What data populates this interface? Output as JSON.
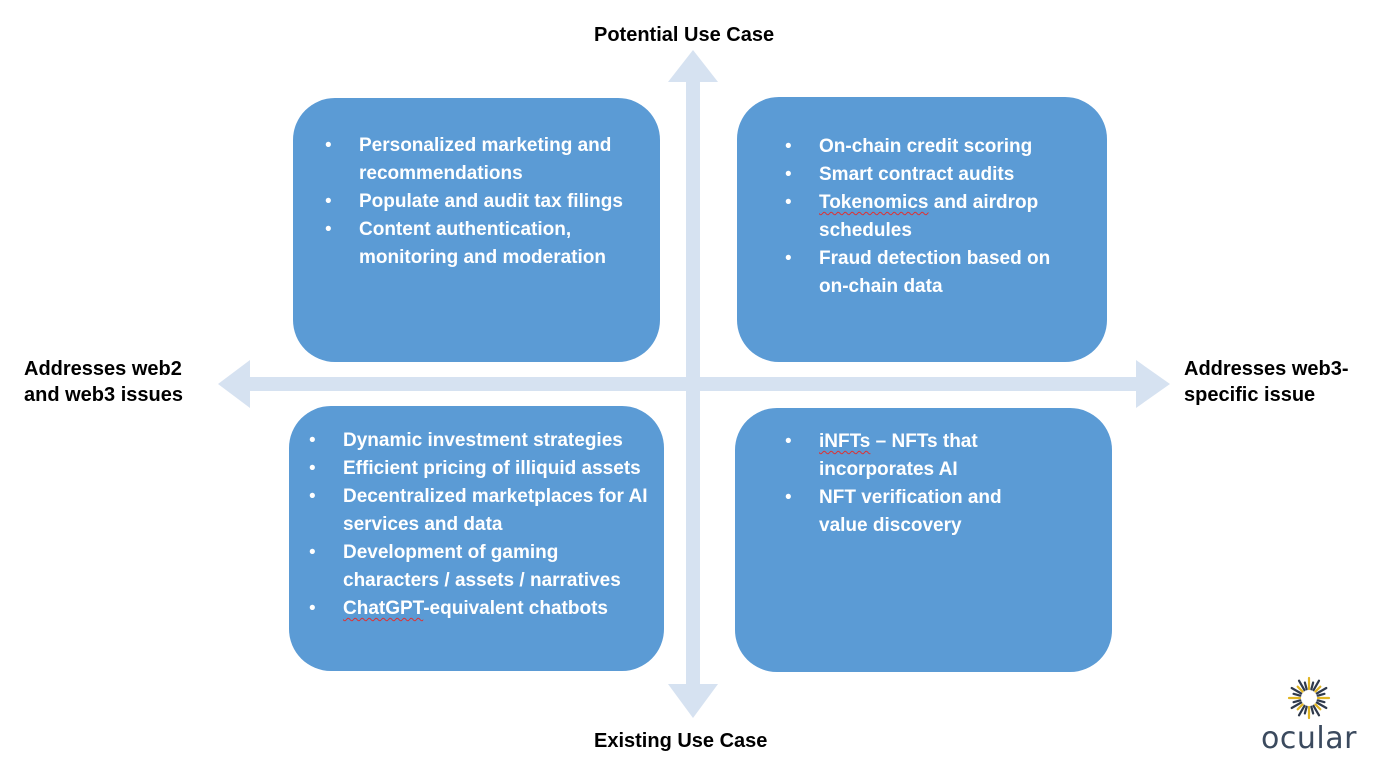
{
  "axes": {
    "top": "Potential Use Case",
    "bottom": "Existing Use Case",
    "left": [
      "Addresses web2",
      "and web3 issues"
    ],
    "right": [
      "Addresses web3-",
      "specific issue"
    ]
  },
  "quadrants": {
    "top_left": {
      "items": [
        "Personalized marketing and recommendations",
        "Populate and audit tax filings",
        "Content authentication, monitoring and moderation"
      ]
    },
    "top_right": {
      "items": [
        "On-chain credit scoring",
        "Smart contract audits",
        {
          "flagged": "Tokenomics",
          "rest": " and airdrop schedules"
        },
        "Fraud detection based on on-chain data"
      ]
    },
    "bottom_left": {
      "items": [
        "Dynamic investment strategies",
        "Efficient pricing of illiquid assets",
        "Decentralized marketplaces for AI services and data",
        "Development of gaming characters / assets / narratives",
        {
          "flagged": "ChatGPT",
          "rest": "-equivalent chatbots"
        }
      ]
    },
    "bottom_right": {
      "items": [
        {
          "flagged": "iNFTs",
          "rest": " – NFTs that incorporates AI"
        },
        "NFT verification and value discovery"
      ]
    }
  },
  "logo": {
    "text": "ocular",
    "icon": "sunburst-icon"
  },
  "colors": {
    "box": "#5b9bd5",
    "arrow": "#d6e2f1",
    "text_on_box": "#ffffff",
    "logo_text": "#3b4a5e",
    "logo_rays": [
      "#2f3a4c",
      "#e0b422"
    ]
  }
}
